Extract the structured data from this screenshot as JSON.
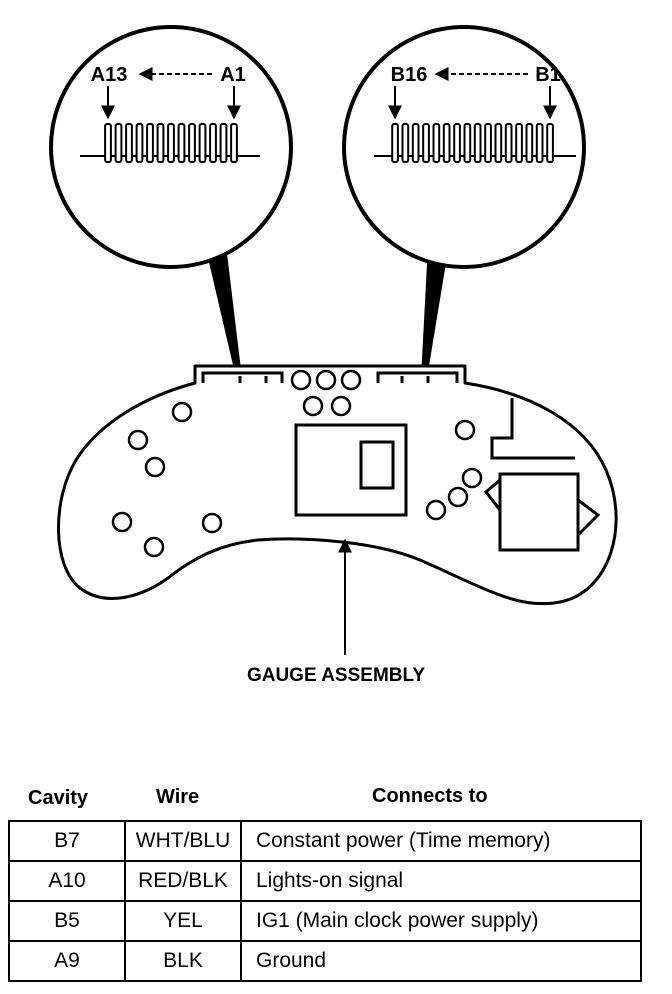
{
  "diagram": {
    "connector_a": {
      "end_label": "A13",
      "start_label": "A1"
    },
    "connector_b": {
      "end_label": "B16",
      "start_label": "B1"
    },
    "assembly_label": "GAUGE ASSEMBLY"
  },
  "table": {
    "headers": {
      "cavity": "Cavity",
      "wire": "Wire",
      "connects_to": "Connects to"
    },
    "rows": [
      {
        "cavity": "B7",
        "wire": "WHT/BLU",
        "connects_to": "Constant power (Time memory)"
      },
      {
        "cavity": "A10",
        "wire": "RED/BLK",
        "connects_to": "Lights-on signal"
      },
      {
        "cavity": "B5",
        "wire": "YEL",
        "connects_to": "IG1 (Main clock power supply)"
      },
      {
        "cavity": "A9",
        "wire": "BLK",
        "connects_to": "Ground"
      }
    ]
  }
}
